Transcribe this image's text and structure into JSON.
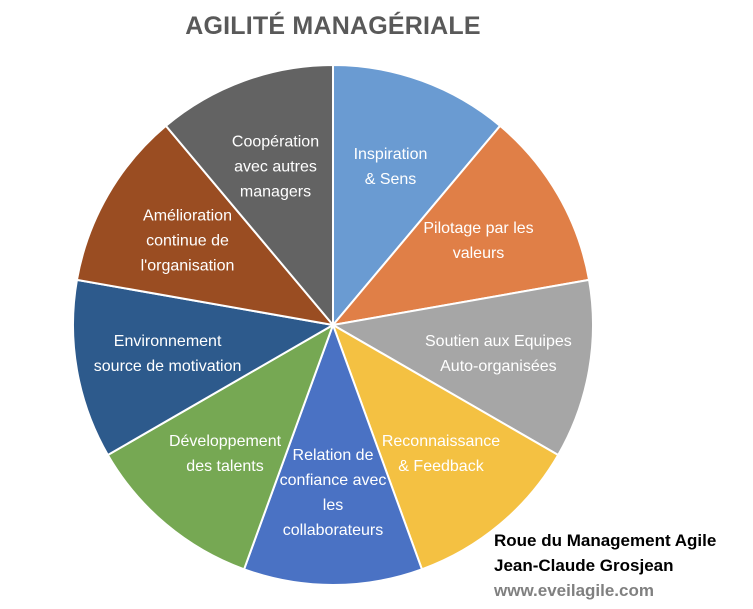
{
  "chart_data": {
    "type": "pie",
    "title": "AGILITÉ MANAGÉRIALE",
    "slices": [
      {
        "label": [
          "Inspiration",
          "& Sens"
        ],
        "value": 1,
        "color": "#6a9bd2"
      },
      {
        "label": [
          "Pilotage par les",
          "valeurs"
        ],
        "value": 1,
        "color": "#e07f47"
      },
      {
        "label": [
          "Soutien aux Equipes",
          "Auto-organisées"
        ],
        "value": 1,
        "color": "#a6a6a6"
      },
      {
        "label": [
          "Reconnaissance",
          "& Feedback"
        ],
        "value": 1,
        "color": "#f4c142"
      },
      {
        "label": [
          "Relation de",
          "confiance avec",
          "les",
          "collaborateurs"
        ],
        "value": 1,
        "color": "#4a72c4"
      },
      {
        "label": [
          "Développement",
          "des talents"
        ],
        "value": 1,
        "color": "#76a853"
      },
      {
        "label": [
          "Environnement",
          "source de motivation"
        ],
        "value": 1,
        "color": "#2d5a8c"
      },
      {
        "label": [
          "Amélioration",
          "continue de",
          "l'organisation"
        ],
        "value": 1,
        "color": "#9a4d22"
      },
      {
        "label": [
          "Coopération",
          "avec autres",
          "managers"
        ],
        "value": 1,
        "color": "#636363"
      }
    ],
    "legend": "none",
    "data_labels": "inside"
  },
  "credit": {
    "line1": "Roue du Management Agile",
    "line2": "Jean-Claude Grosjean",
    "website": "www.eveilagile.com"
  }
}
